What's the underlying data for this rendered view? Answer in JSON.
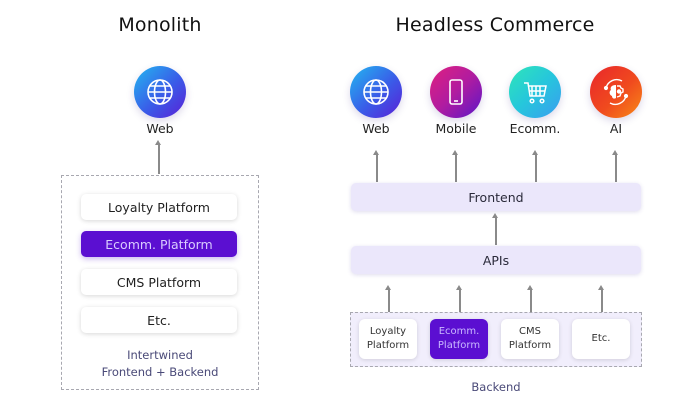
{
  "monolith": {
    "title": "Monolith",
    "channel": {
      "label": "Web",
      "icon": "globe-icon"
    },
    "stack": [
      {
        "label": "Loyalty Platform",
        "highlighted": false
      },
      {
        "label": "Ecomm. Platform",
        "highlighted": true
      },
      {
        "label": "CMS Platform",
        "highlighted": false
      },
      {
        "label": "Etc.",
        "highlighted": false
      }
    ],
    "caption_line1": "Intertwined",
    "caption_line2": "Frontend + Backend"
  },
  "headless": {
    "title": "Headless Commerce",
    "channels": [
      {
        "label": "Web",
        "icon": "globe-icon"
      },
      {
        "label": "Mobile",
        "icon": "smartphone-icon"
      },
      {
        "label": "Ecomm.",
        "icon": "shopping-cart-icon"
      },
      {
        "label": "AI",
        "icon": "ai-brain-gear-icon"
      }
    ],
    "frontend_label": "Frontend",
    "apis_label": "APIs",
    "backend": [
      {
        "line1": "Loyalty",
        "line2": "Platform",
        "highlighted": false
      },
      {
        "line1": "Ecomm.",
        "line2": "Platform",
        "highlighted": true
      },
      {
        "line1": "CMS",
        "line2": "Platform",
        "highlighted": false
      },
      {
        "line1": "Etc.",
        "line2": "",
        "highlighted": false
      }
    ],
    "backend_caption": "Backend"
  },
  "colors": {
    "accent_purple": "#5b0fd1",
    "layer_lavender": "#ebe7fb",
    "arrow_gray": "#8a8a8a",
    "caption_text": "#4a4a78"
  }
}
